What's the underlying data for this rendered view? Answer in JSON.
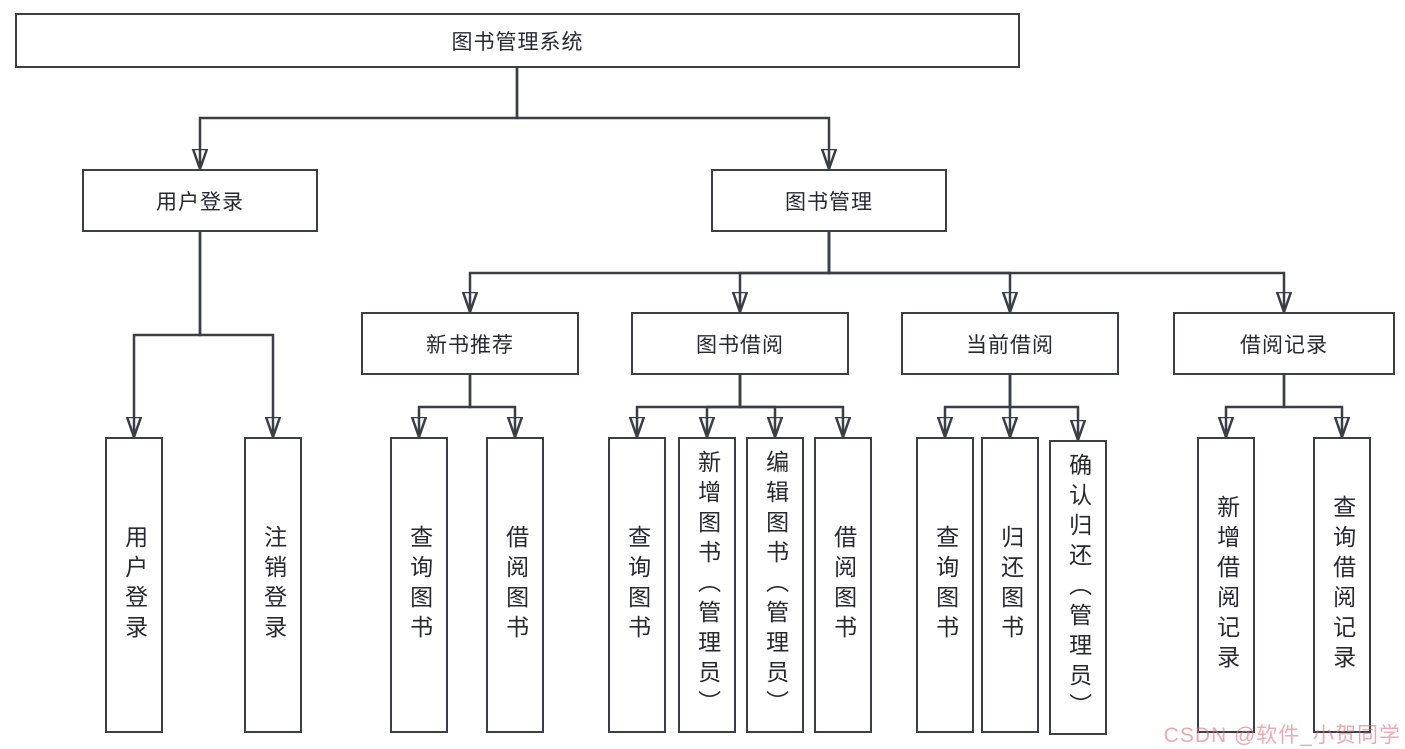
{
  "diagram": {
    "root": {
      "label": "图书管理系统"
    },
    "level2": [
      {
        "label": "用户登录",
        "children": [
          {
            "label": "用户登录"
          },
          {
            "label": "注销登录"
          }
        ]
      },
      {
        "label": "图书管理",
        "children": [
          {
            "label": "新书推荐",
            "children": [
              {
                "label": "查询图书"
              },
              {
                "label": "借阅图书"
              }
            ]
          },
          {
            "label": "图书借阅",
            "children": [
              {
                "label": "查询图书"
              },
              {
                "label": "新增图书（管理员）"
              },
              {
                "label": "编辑图书（管理员）"
              },
              {
                "label": "借阅图书"
              }
            ]
          },
          {
            "label": "当前借阅",
            "children": [
              {
                "label": "查询图书"
              },
              {
                "label": "归还图书"
              },
              {
                "label": "确认归还（管理员）"
              }
            ]
          },
          {
            "label": "借阅记录",
            "children": [
              {
                "label": "新增借阅记录"
              },
              {
                "label": "查询借阅记录"
              }
            ]
          }
        ]
      }
    ]
  },
  "watermark": {
    "text": "CSDN @软件_小贺同学"
  },
  "colors": {
    "line": "#3b3f45",
    "box_background": "#ffffff",
    "text": "#27292e",
    "watermark_pink": "#e16e7e",
    "page_background": "#ffffff"
  }
}
